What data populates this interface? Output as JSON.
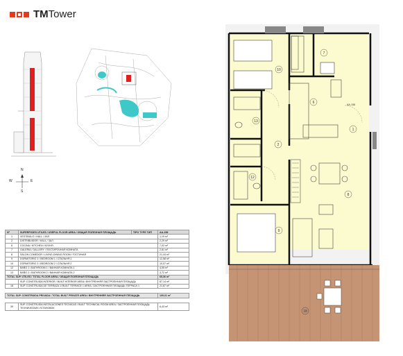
{
  "brand": {
    "logo_tm": "TM",
    "logo_tower": "Tower",
    "accent_color": "#e23b1f"
  },
  "compass": {
    "n": "N",
    "s": "S",
    "e": "E",
    "w": "W"
  },
  "unit_code": "AA-158",
  "room_labels": {
    "r1": "1",
    "r2": "2",
    "r6": "6",
    "r7": "7",
    "r8": "8",
    "r9": "9",
    "r10": "10",
    "r12": "12",
    "r13": "13",
    "r18": "18"
  },
  "table": {
    "headers": [
      "Nº",
      "SUPERFICIES UTILES / USEFUL FLOOR AREA / ОБЩАЯ ПОЛЕЗНАЯ ПЛОЩАДЬ",
      "TIPO TYPE ТИП",
      "AA-158"
    ],
    "rows": [
      {
        "n": "1",
        "label": "VESTIBULO / HALL / ЗАЛ",
        "value": "1,19 m²"
      },
      {
        "n": "2",
        "label": "DISTRIBUIDOR / HALL / ЗАЛ",
        "value": "2,29 m²"
      },
      {
        "n": "6",
        "label": "COCINA / KITCHEN / КУХНЯ",
        "value": "7,02 m²"
      },
      {
        "n": "7",
        "label": "GALERIA / GALLERY / ПОСТИРОЧНАЯ КОМНАТА",
        "value": "2,81 m²"
      },
      {
        "n": "8",
        "label": "SALON COMEDOR / LIVING-DINING ROOM / ГОСТИНАЯ",
        "value": "21,44 m²"
      },
      {
        "n": "9",
        "label": "DORMITORIO 1 / BEDROOM 1 / СПАЛЬНЯ 1",
        "value": "12,58 m²"
      },
      {
        "n": "10",
        "label": "DORMITORIO 2 / BEDROOM 2 / СПАЛЬНЯ 2",
        "value": "10,07 m²"
      },
      {
        "n": "12",
        "label": "BAÑO 1 / BATHROOM 1 / ВАННАЯ КОМНАТА 1",
        "value": "4,55 m²"
      },
      {
        "n": "13",
        "label": "BAÑO 2 / BATHROOM 2 / ВАННАЯ КОМНАТА 2",
        "value": "3,72 m²"
      }
    ],
    "total_useful": {
      "label": "TOTAL SUP. UTILES / TOTAL FLOOR AREA / ОБЩАЯ ПОЛЕЗНАЯ ПЛОЩАДЬ",
      "value": "65,36 m²"
    },
    "built_rows": [
      {
        "n": "",
        "label": "SUP. CONSTRUIDA INTERIOR / BUILT INTERIOR AREA / ВНУТРЕННЯЯ ЗАСТРОЕННАЯ ПЛОЩАДЬ",
        "value": "87,14 m²"
      },
      {
        "n": "18",
        "label": "SUP. CONSTRUIDA DE TERRAZA 1/ BUILT TERRACE 1 AREA / ЗАСТРОЕННАЯ ПЛОЩАДЬ ТЕРРАСА 1",
        "value": "21,87 m²"
      }
    ],
    "total_private": {
      "label": "TOTAL SUP. CONSTRUIDA PRIVADA / TOTAL BUILT PRIVATE AREA / ВНУТРЕННЯЯ ЗАСТРОЕННАЯ ПЛОЩАДЬ",
      "value": "109,01 m²"
    },
    "tech_row": {
      "n": "39",
      "label": "SUP. CONSTRUIDA INSTALACIONES TECNICAS / BUILT TECHNICAL ROOM AREA / ЗАСТРОЕННАЯ ПЛОЩАДЬ ТЕХНИЧЕСКИХ УСТАНОВОК",
      "value": "6,43 m²"
    }
  }
}
